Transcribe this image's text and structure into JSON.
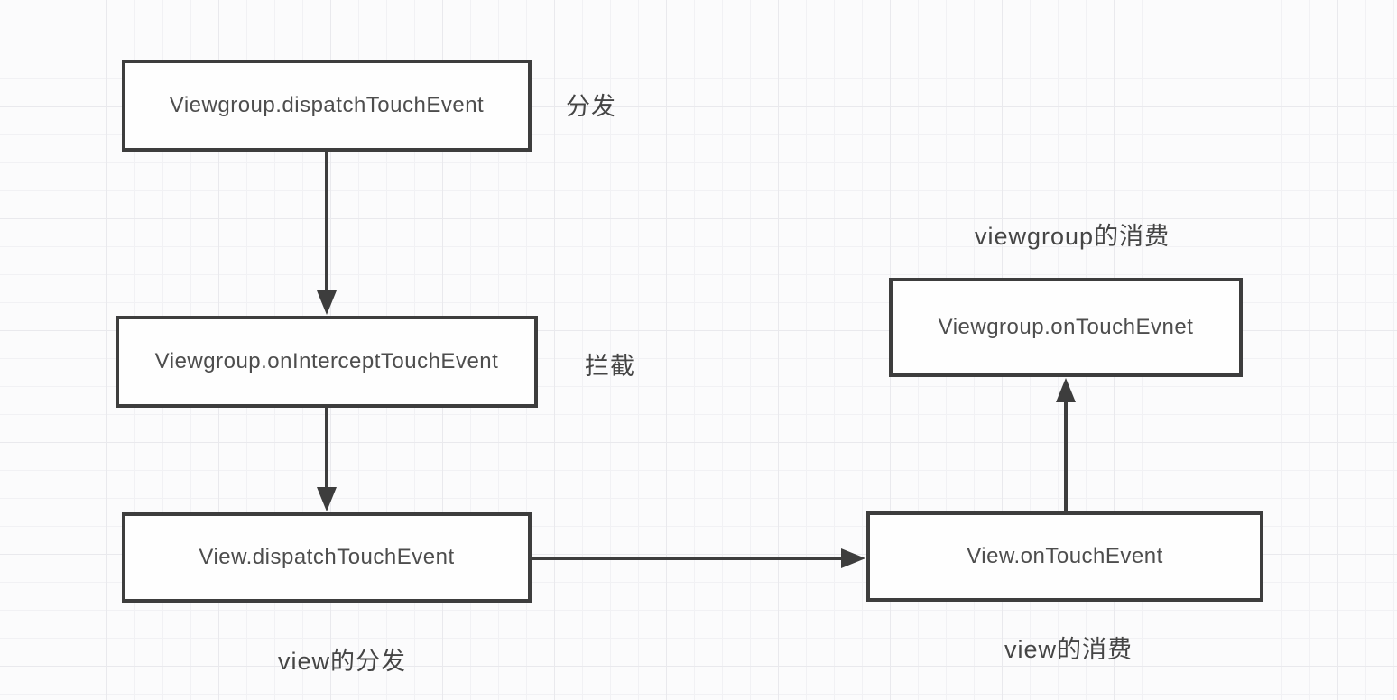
{
  "diagram": {
    "subject": "android-touch-event-flow",
    "nodes": [
      {
        "id": "vg_dispatch",
        "label": "Viewgroup.dispatchTouchEvent"
      },
      {
        "id": "vg_intercept",
        "label": "Viewgroup.onInterceptTouchEvent"
      },
      {
        "id": "view_dispatch",
        "label": "View.dispatchTouchEvent"
      },
      {
        "id": "vg_ontouch",
        "label": "Viewgroup.onTouchEvnet"
      },
      {
        "id": "view_ontouch",
        "label": "View.onTouchEvent"
      }
    ],
    "annotations": [
      {
        "id": "fenfa",
        "text": "分发"
      },
      {
        "id": "lanjie",
        "text": "拦截"
      },
      {
        "id": "vg_consume",
        "text": "viewgroup的消费"
      },
      {
        "id": "view_fenfa",
        "text": "view的分发"
      },
      {
        "id": "view_consume",
        "text": "view的消费"
      }
    ],
    "edges": [
      {
        "from": "vg_dispatch",
        "to": "vg_intercept",
        "direction": "down"
      },
      {
        "from": "vg_intercept",
        "to": "view_dispatch",
        "direction": "down"
      },
      {
        "from": "view_dispatch",
        "to": "view_ontouch",
        "direction": "right"
      },
      {
        "from": "view_ontouch",
        "to": "vg_ontouch",
        "direction": "up"
      }
    ],
    "colors": {
      "stroke": "#3d3d3d",
      "node_text": "#4d4d4d",
      "node_fill": "#fefefe",
      "background": "#fbfbfc",
      "grid_minor": "#f1f1f4",
      "grid_major": "#e9e9ed"
    }
  }
}
